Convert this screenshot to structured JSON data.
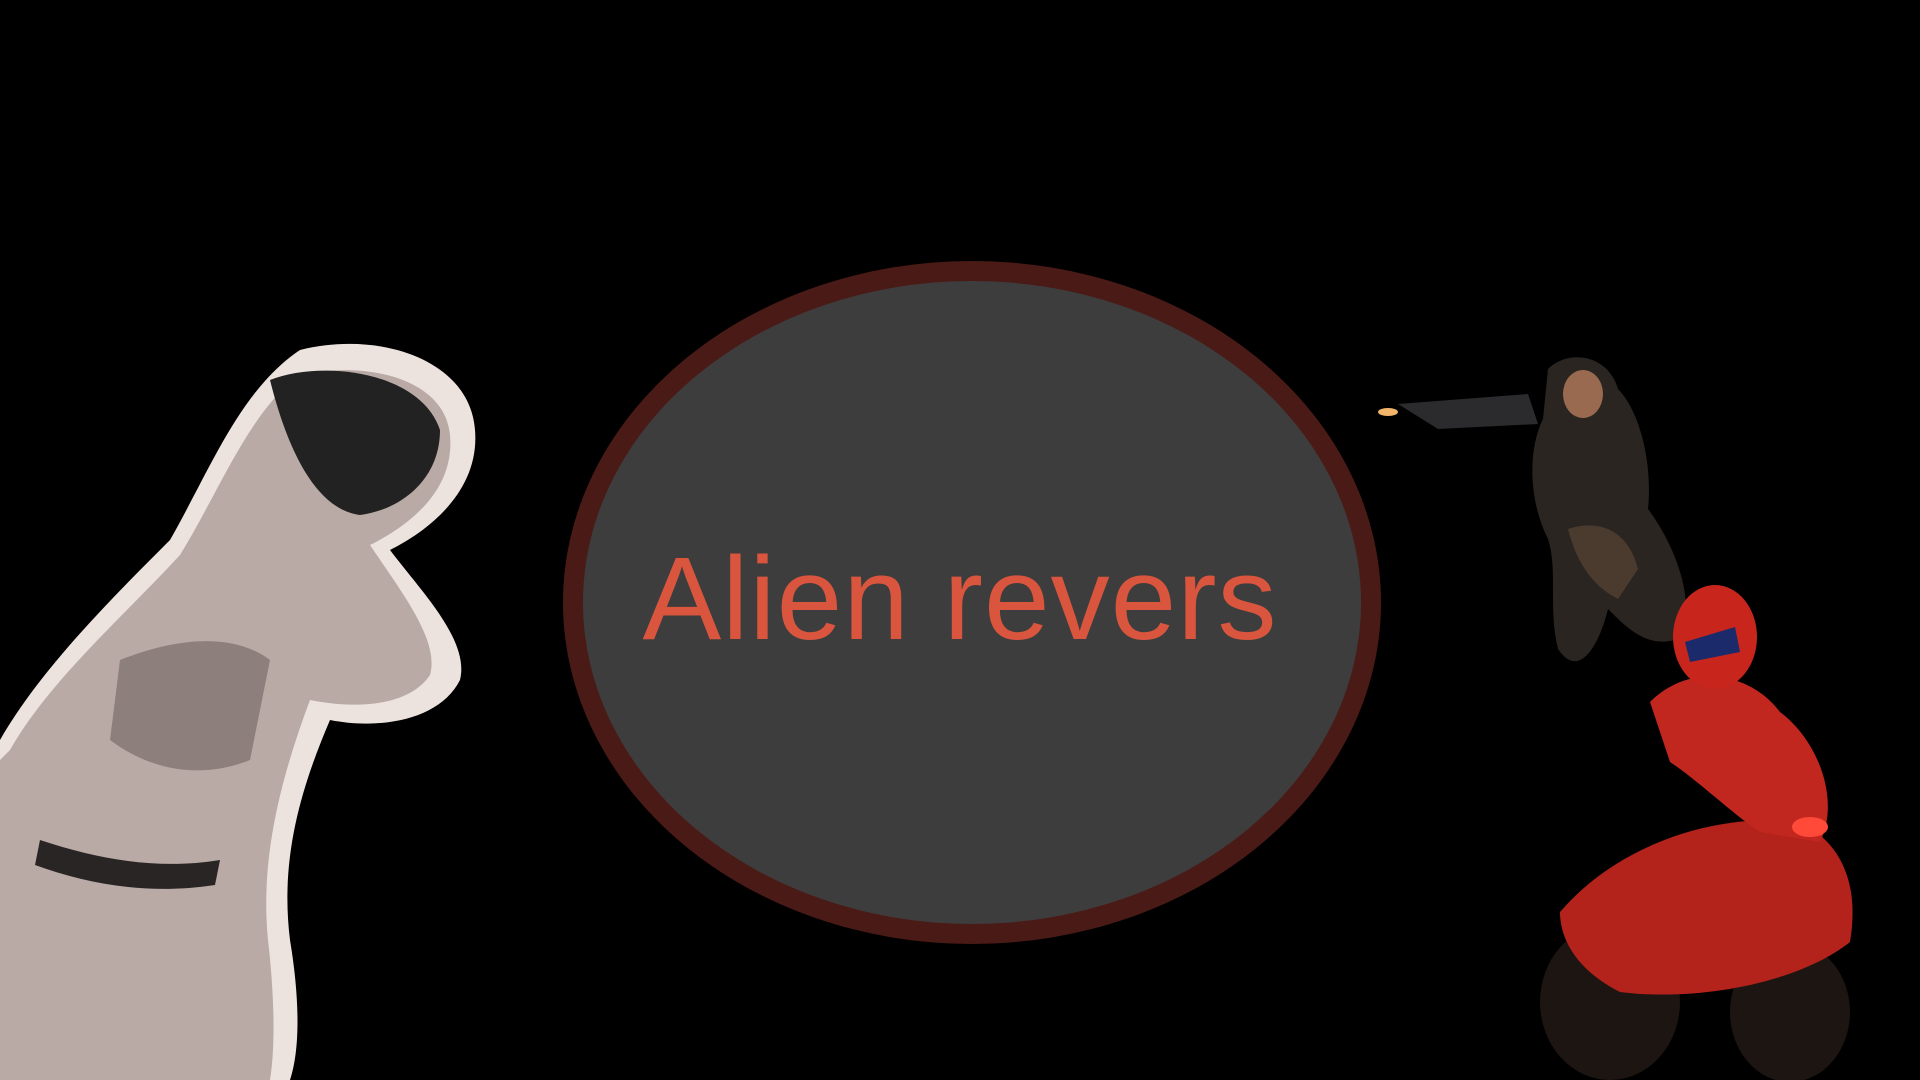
{
  "title": {
    "text": "Alien revers",
    "color": "#d9553e"
  },
  "emblem": {
    "ring_color": "#4a1a16",
    "fill_color": "#3d3d3d"
  },
  "characters": [
    {
      "name": "woman-sticker-character",
      "icon": "grayscale-woman-figure"
    },
    {
      "name": "soldier-character",
      "icon": "hooded-soldier-with-rifle"
    },
    {
      "name": "biker-character",
      "icon": "red-armored-motorcycle-rider"
    }
  ]
}
